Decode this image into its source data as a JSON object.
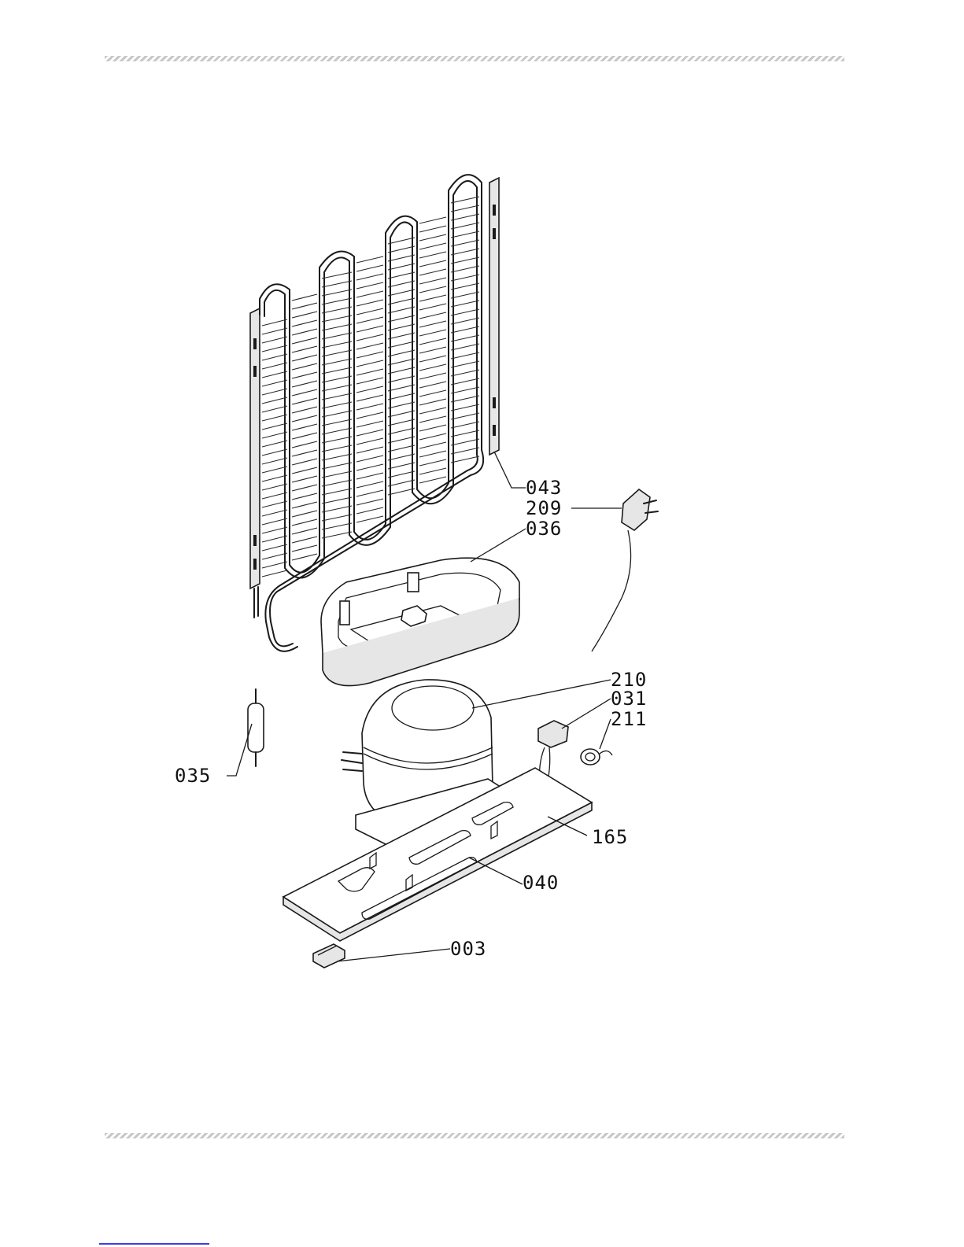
{
  "callouts": {
    "part_043": "043",
    "part_209": "209",
    "part_036": "036",
    "part_210": "210",
    "part_031": "031",
    "part_211": "211",
    "part_035": "035",
    "part_165": "165",
    "part_040": "040",
    "part_003": "003"
  },
  "colors": {
    "line": "#1a1a1a",
    "fill_shade": "#e6e6e6",
    "rule": "#c8c8c8",
    "footer_link": "#3a3af0"
  }
}
